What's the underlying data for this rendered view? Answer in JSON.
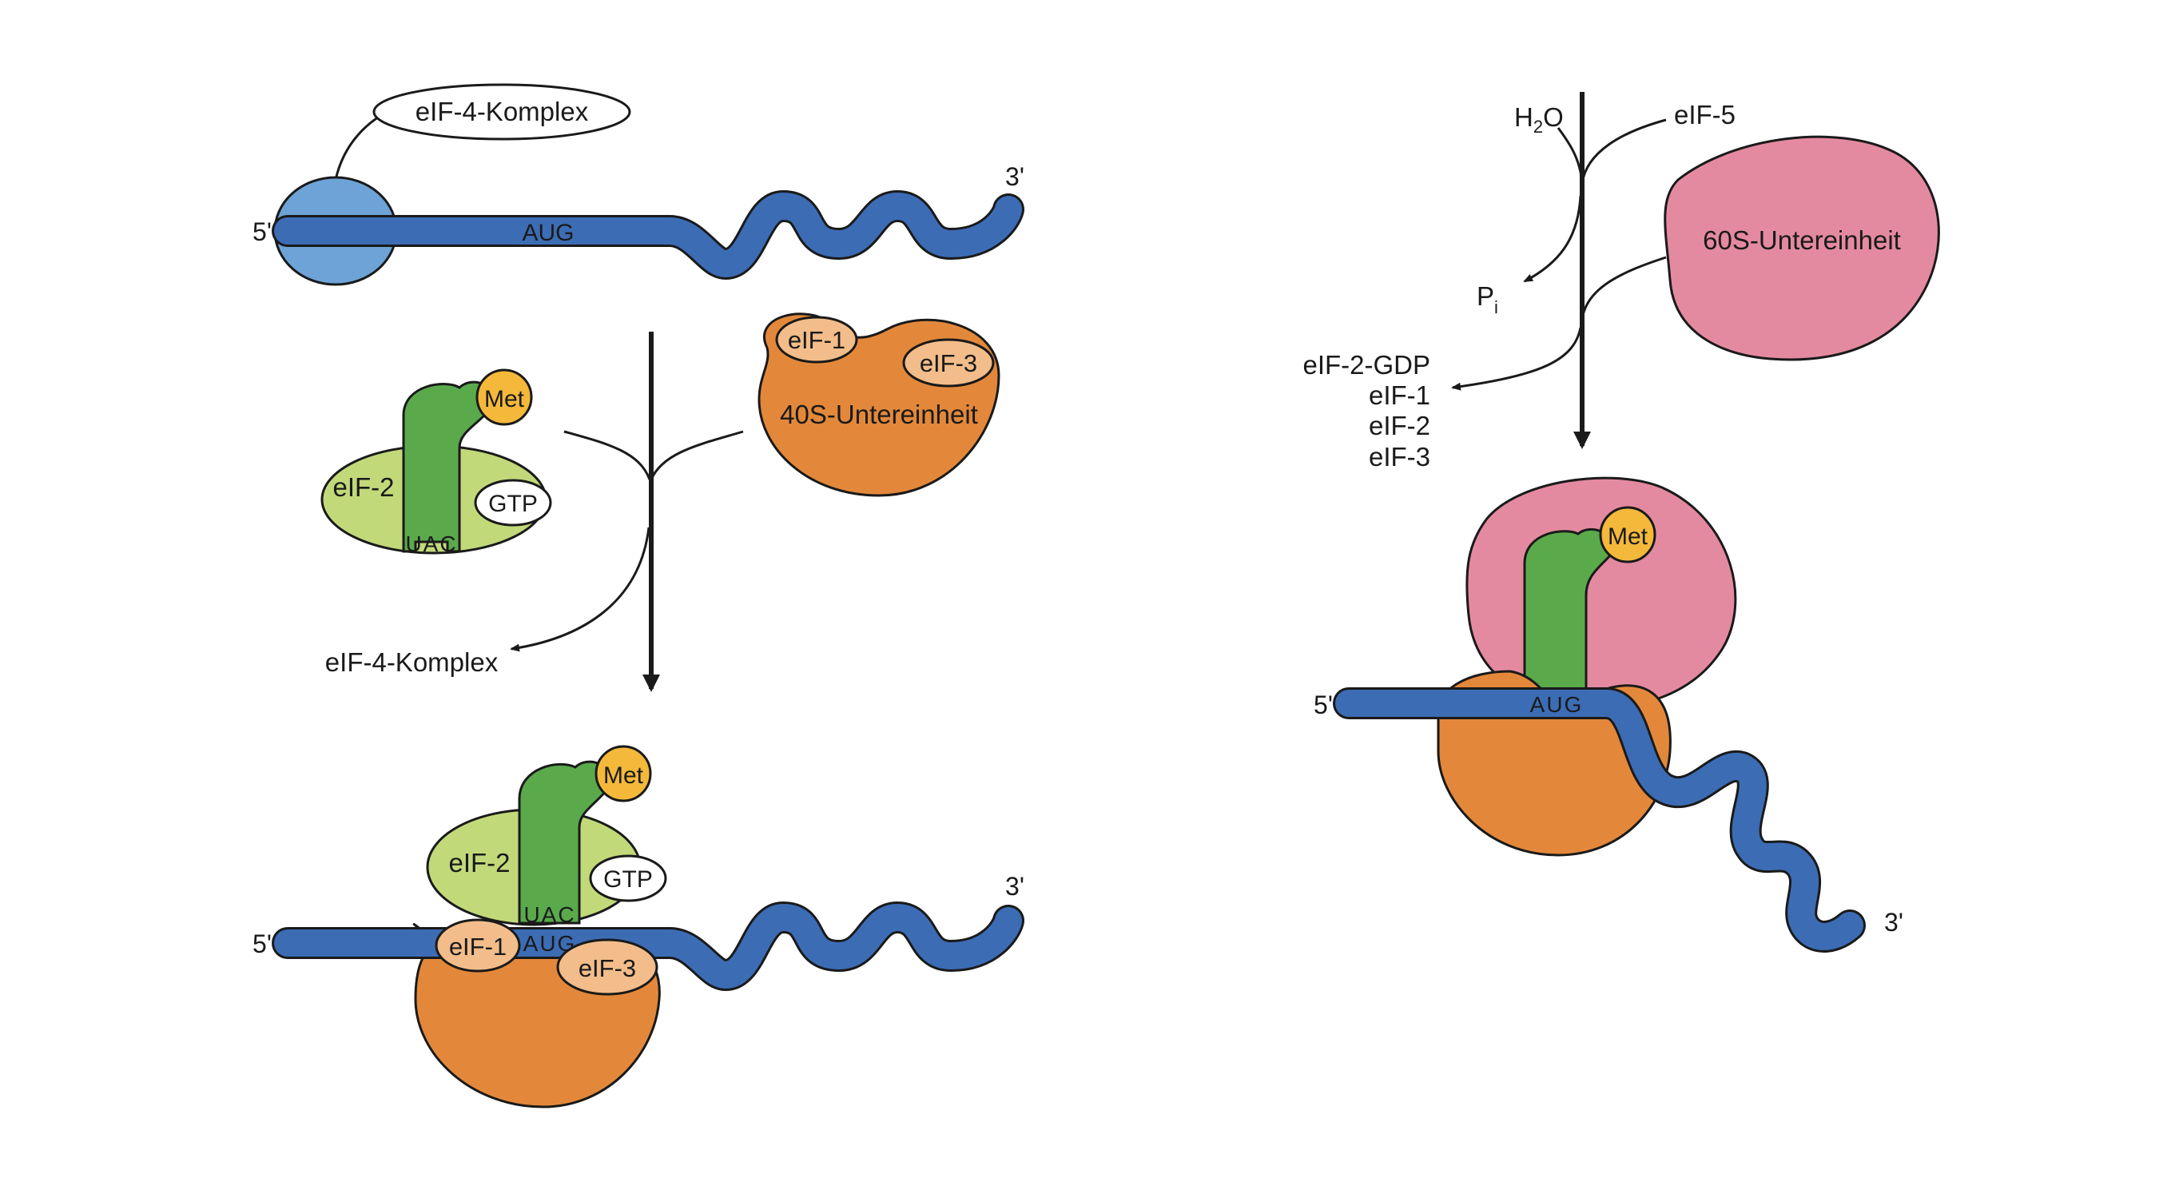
{
  "colors": {
    "mrna": "#3c6cb4",
    "cap_complex": "#6da3d6",
    "small_subunit": "#e3883a",
    "factor_light": "#f2bd8a",
    "large_subunit": "#e48aa0",
    "trna": "#5aaa4c",
    "eif2": "#c2d97a",
    "met": "#f4b93a",
    "line": "#1a1a1a"
  },
  "panel_a": {
    "callout_label": "eIF-4-Komplex",
    "mrna_five": "5'",
    "mrna_three": "3'",
    "codon": "AUG"
  },
  "panel_b": {
    "met": "Met",
    "eif2": "eIF-2",
    "gtp": "GTP",
    "anticodon": "UAC",
    "eif1": "eIF-1",
    "eif3": "eIF-3",
    "subunit40": "40S-Untereinheit",
    "released": "eIF-4-Komplex"
  },
  "panel_c": {
    "met": "Met",
    "eif2": "eIF-2",
    "gtp": "GTP",
    "anticodon": "UAC",
    "codon": "AUG",
    "eif1": "eIF-1",
    "eif3": "eIF-3",
    "mrna_five": "5'",
    "mrna_three": "3'"
  },
  "panel_d": {
    "h2o_main": "H",
    "h2o_sub": "2",
    "h2o_tail": "O",
    "eif5": "eIF-5",
    "pi_main": "P",
    "pi_sub": "i",
    "subunit60": "60S-Untereinheit",
    "released": [
      "eIF-2-GDP",
      "eIF-1",
      "eIF-2",
      "eIF-3"
    ]
  },
  "panel_e": {
    "met": "Met",
    "codon": "AUG",
    "mrna_five": "5'",
    "mrna_three": "3'"
  }
}
